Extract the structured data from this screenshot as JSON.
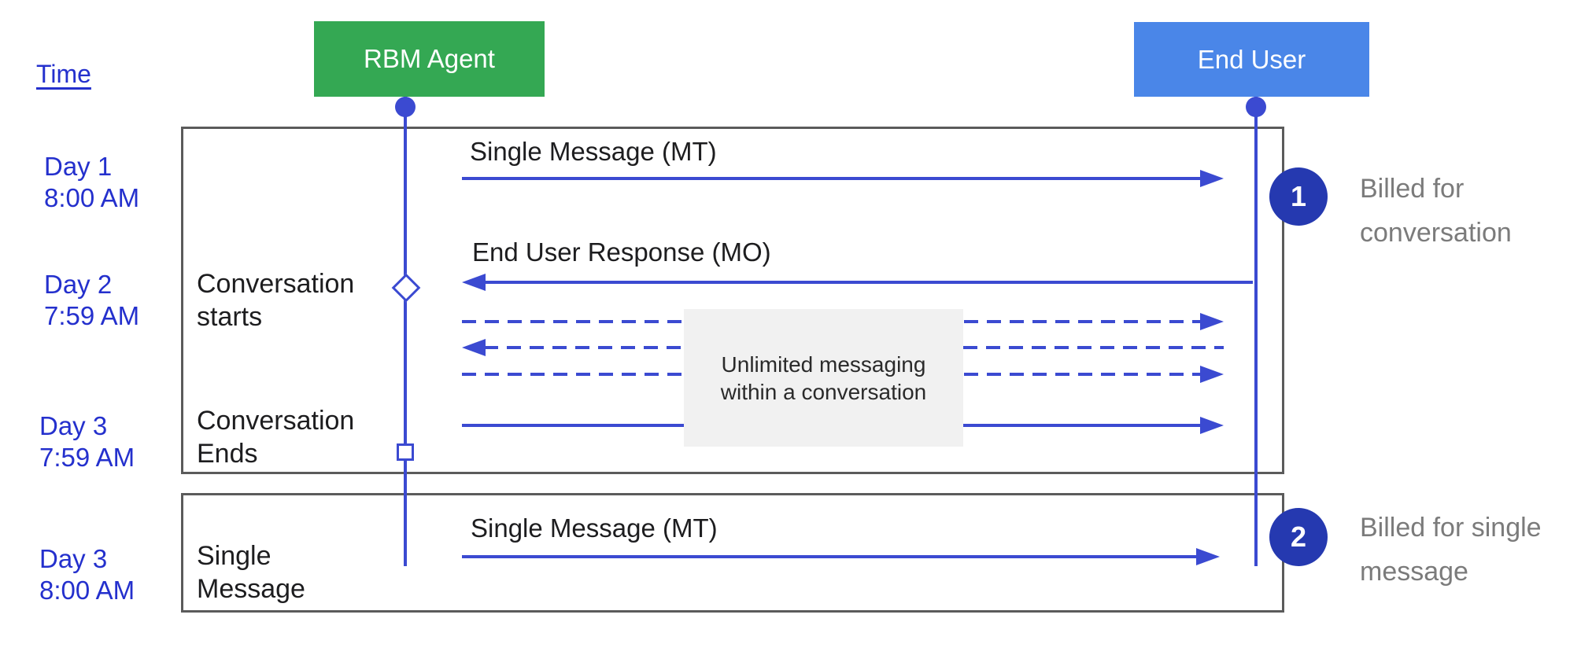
{
  "header": {
    "time": "Time"
  },
  "actors": {
    "agent": "RBM Agent",
    "end_user": "End User"
  },
  "time_labels": {
    "t1_day": "Day 1",
    "t1_time": "8:00 AM",
    "t2_day": "Day 2",
    "t2_time": "7:59 AM",
    "t3_day": "Day 3",
    "t3_time": "7:59 AM",
    "t4_day": "Day 3",
    "t4_time": "8:00 AM"
  },
  "lifecycle": {
    "starts_l1": "Conversation",
    "starts_l2": "starts",
    "ends_l1": "Conversation",
    "ends_l2": "Ends",
    "single_l1": "Single",
    "single_l2": "Message"
  },
  "messages": {
    "mt1": "Single Message (MT)",
    "mo": "End User Response (MO)",
    "mt2": "Single Message (MT)"
  },
  "info_box": {
    "line1": "Unlimited messaging",
    "line2": "within a conversation"
  },
  "badges": {
    "b1": "1",
    "b2": "2"
  },
  "captions": {
    "c1_l1": "Billed for",
    "c1_l2": "conversation",
    "c2_l1": "Billed for single",
    "c2_l2": "message"
  },
  "colors": {
    "label_blue": "#2430cd",
    "arrow_blue": "#3b4ad1",
    "agent_green": "#34a853",
    "end_user_blue": "#4a86e8",
    "badge_navy": "#2539b0",
    "border_gray": "#5b5b5b",
    "info_box_bg": "#f1f1f1",
    "caption_gray": "#7b7b7b"
  }
}
